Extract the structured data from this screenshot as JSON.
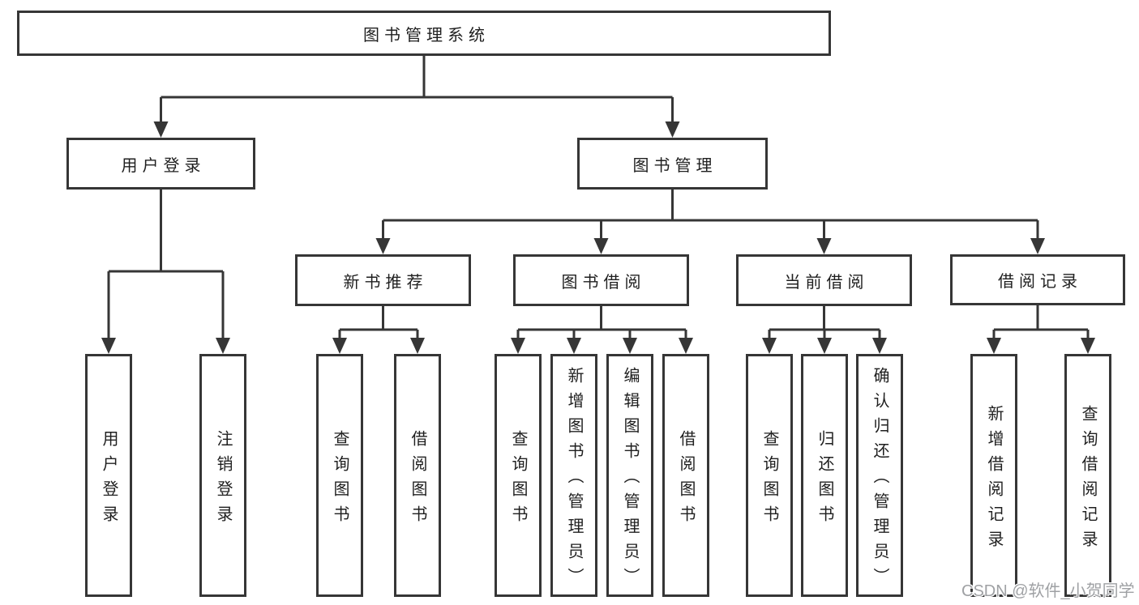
{
  "tree": {
    "root": {
      "label": "图书管理系统",
      "children": [
        {
          "label": "用户登录",
          "children": [
            {
              "label": "用户登录"
            },
            {
              "label": "注销登录"
            }
          ]
        },
        {
          "label": "图书管理",
          "children": [
            {
              "label": "新书推荐",
              "children": [
                {
                  "label": "查询图书"
                },
                {
                  "label": "借阅图书"
                }
              ]
            },
            {
              "label": "图书借阅",
              "children": [
                {
                  "label": "查询图书"
                },
                {
                  "label": "新增图书（管理员）"
                },
                {
                  "label": "编辑图书（管理员）"
                },
                {
                  "label": "借阅图书"
                }
              ]
            },
            {
              "label": "当前借阅",
              "children": [
                {
                  "label": "查询图书"
                },
                {
                  "label": "归还图书"
                },
                {
                  "label": "确认归还（管理员）"
                }
              ]
            },
            {
              "label": "借阅记录",
              "children": [
                {
                  "label": "新增借阅记录"
                },
                {
                  "label": "查询借阅记录"
                }
              ]
            }
          ]
        }
      ]
    }
  },
  "watermark": {
    "text": "CSDN @软件_小贺同学"
  },
  "colors": {
    "line": "#363636",
    "text": "#1f1f1f",
    "watermark_text": "#9fa1a4",
    "background": "#ffffff"
  }
}
